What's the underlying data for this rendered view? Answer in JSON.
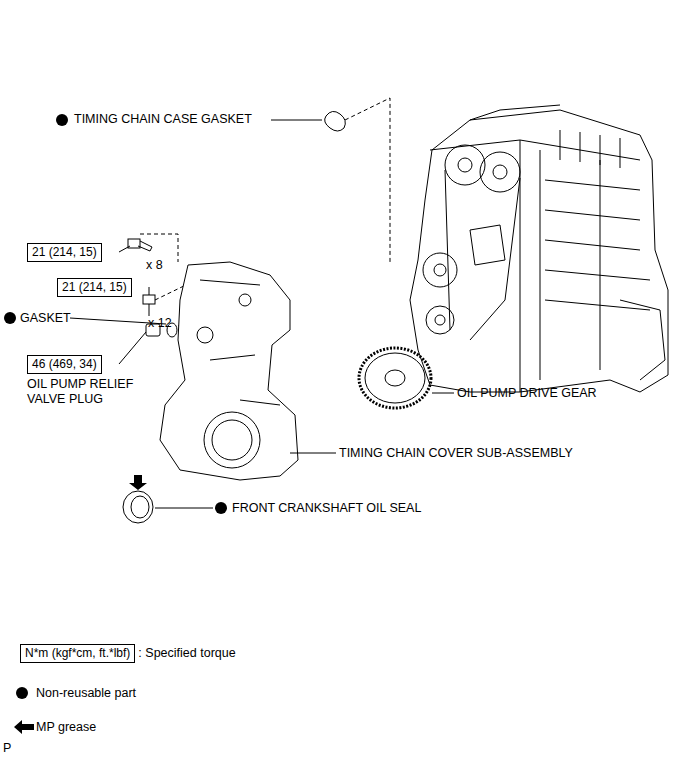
{
  "diagram": {
    "nodes": [
      {
        "text": [
          "21 (214, 15)"
        ]
      },
      {
        "text": [
          "21 (214, 15)"
        ]
      },
      {
        "text": [
          "46 (469, 34)"
        ]
      },
      {
        "text": [
          "N*m (kgf*cm, ft.*lbf)"
        ]
      }
    ],
    "labels": [
      "TIMING CHAIN CASE GASKET",
      "x 8",
      "x 12",
      "GASKET",
      "OIL PUMP RELIEF VALVE PLUG",
      "OIL PUMP DRIVE GEAR",
      "TIMING CHAIN COVER SUB-ASSEMBLY",
      "FRONT CRANKSHAFT OIL SEAL",
      "P"
    ],
    "legend": [
      {
        "text": ": Specified torque"
      },
      {
        "text": "Non-reusable part"
      },
      {
        "text": "MP grease"
      }
    ]
  }
}
